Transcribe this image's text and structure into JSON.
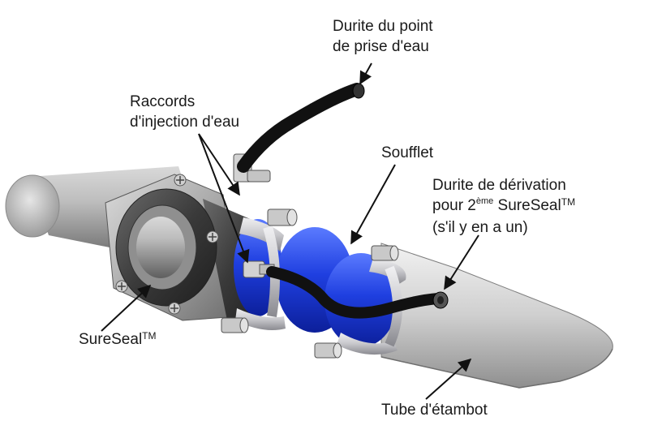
{
  "labels": {
    "durite_prise_line1": "Durite du point",
    "durite_prise_line2": "de prise d'eau",
    "raccords_line1": "Raccords",
    "raccords_line2": "d'injection d'eau",
    "soufflet": "Soufflet",
    "derivation_line1": "Durite de dérivation",
    "derivation_line2_pre": "pour 2",
    "derivation_line2_sup": "ème",
    "derivation_line2_post": " SureSeal",
    "derivation_line3": "(s'il y en a un)",
    "sureseal": "SureSeal",
    "tm": "TM",
    "tube": "Tube d'étambot"
  },
  "colors": {
    "bellows_blue": "#1f3fe0",
    "clamp_grey": "#c8c8cc",
    "hose_black": "#111111",
    "housing_dark": "#3a3a3a",
    "shaft_grey": "#9a9a9a"
  }
}
